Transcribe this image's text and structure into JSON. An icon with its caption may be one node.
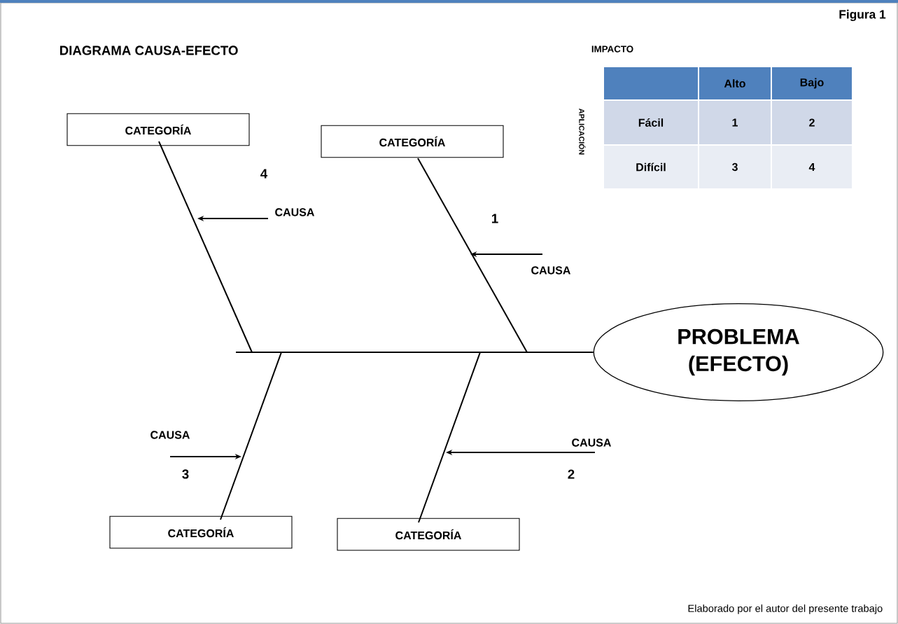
{
  "diagram": {
    "title": "DIAGRAMA CAUSA-EFECTO",
    "caption": "Elaborado por el autor del presente trabajo",
    "nodes": [
      {
        "text": [
          "CATEGORÍA"
        ]
      },
      {
        "text": [
          "CATEGORÍA"
        ]
      },
      {
        "text": [
          "PROBLEMA (EFECTO)"
        ]
      },
      {
        "text": [
          "CATEGORÍA"
        ]
      },
      {
        "text": [
          "CATEGORÍA"
        ]
      },
      {
        "text": [
          "CAUSA"
        ]
      },
      {
        "text": [
          "CAUSA"
        ]
      },
      {
        "text": [
          "CAUSA"
        ]
      },
      {
        "text": [
          "CAUSA"
        ]
      }
    ],
    "edges": [
      {
        "from": 0,
        "to": null,
        "arrow": "none"
      },
      {
        "from": 1,
        "to": null,
        "arrow": "none"
      },
      {
        "from": 3,
        "to": null,
        "arrow": "none"
      },
      {
        "from": 4,
        "to": null,
        "arrow": "none"
      },
      {
        "from": null,
        "to": 2,
        "arrow": "none"
      },
      {
        "from": 5,
        "to": null,
        "arrow": "to"
      },
      {
        "from": 6,
        "to": null,
        "arrow": "to"
      },
      {
        "from": 7,
        "to": null,
        "arrow": "to"
      },
      {
        "from": 8,
        "to": null,
        "arrow": "to"
      }
    ],
    "labels": [
      "Figura 1",
      "IMPACTO",
      "APLICACIÓN",
      "Alto",
      "Bajo",
      "Fácil",
      "1",
      "2",
      "Difícil",
      "3",
      "4",
      "4",
      "1",
      "3",
      "2"
    ]
  }
}
